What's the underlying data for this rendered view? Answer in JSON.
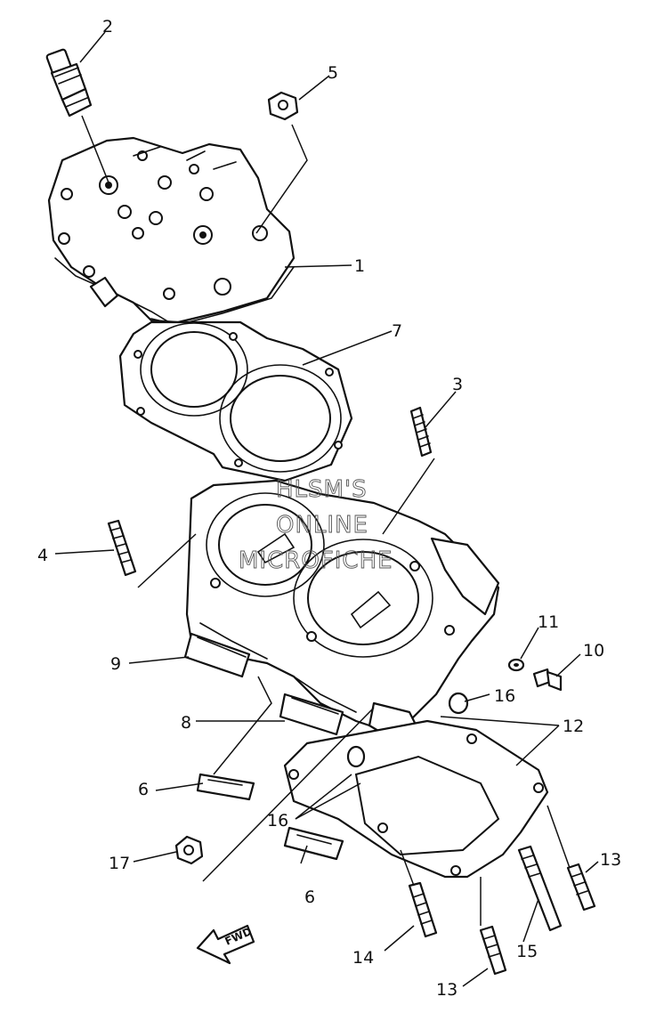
{
  "callouts": {
    "c1": "1",
    "c2": "2",
    "c3": "3",
    "c4": "4",
    "c5": "5",
    "c6a": "6",
    "c6b": "6",
    "c7": "7",
    "c8": "8",
    "c9": "9",
    "c10": "10",
    "c11": "11",
    "c12": "12",
    "c13a": "13",
    "c13b": "13",
    "c14": "14",
    "c15": "15",
    "c16a": "16",
    "c16b": "16",
    "c17": "17"
  },
  "watermark": {
    "line1": "HLSM'S",
    "line2": "ONLINE",
    "line3": "MICROFICHE"
  },
  "fwd_label": "FWD"
}
